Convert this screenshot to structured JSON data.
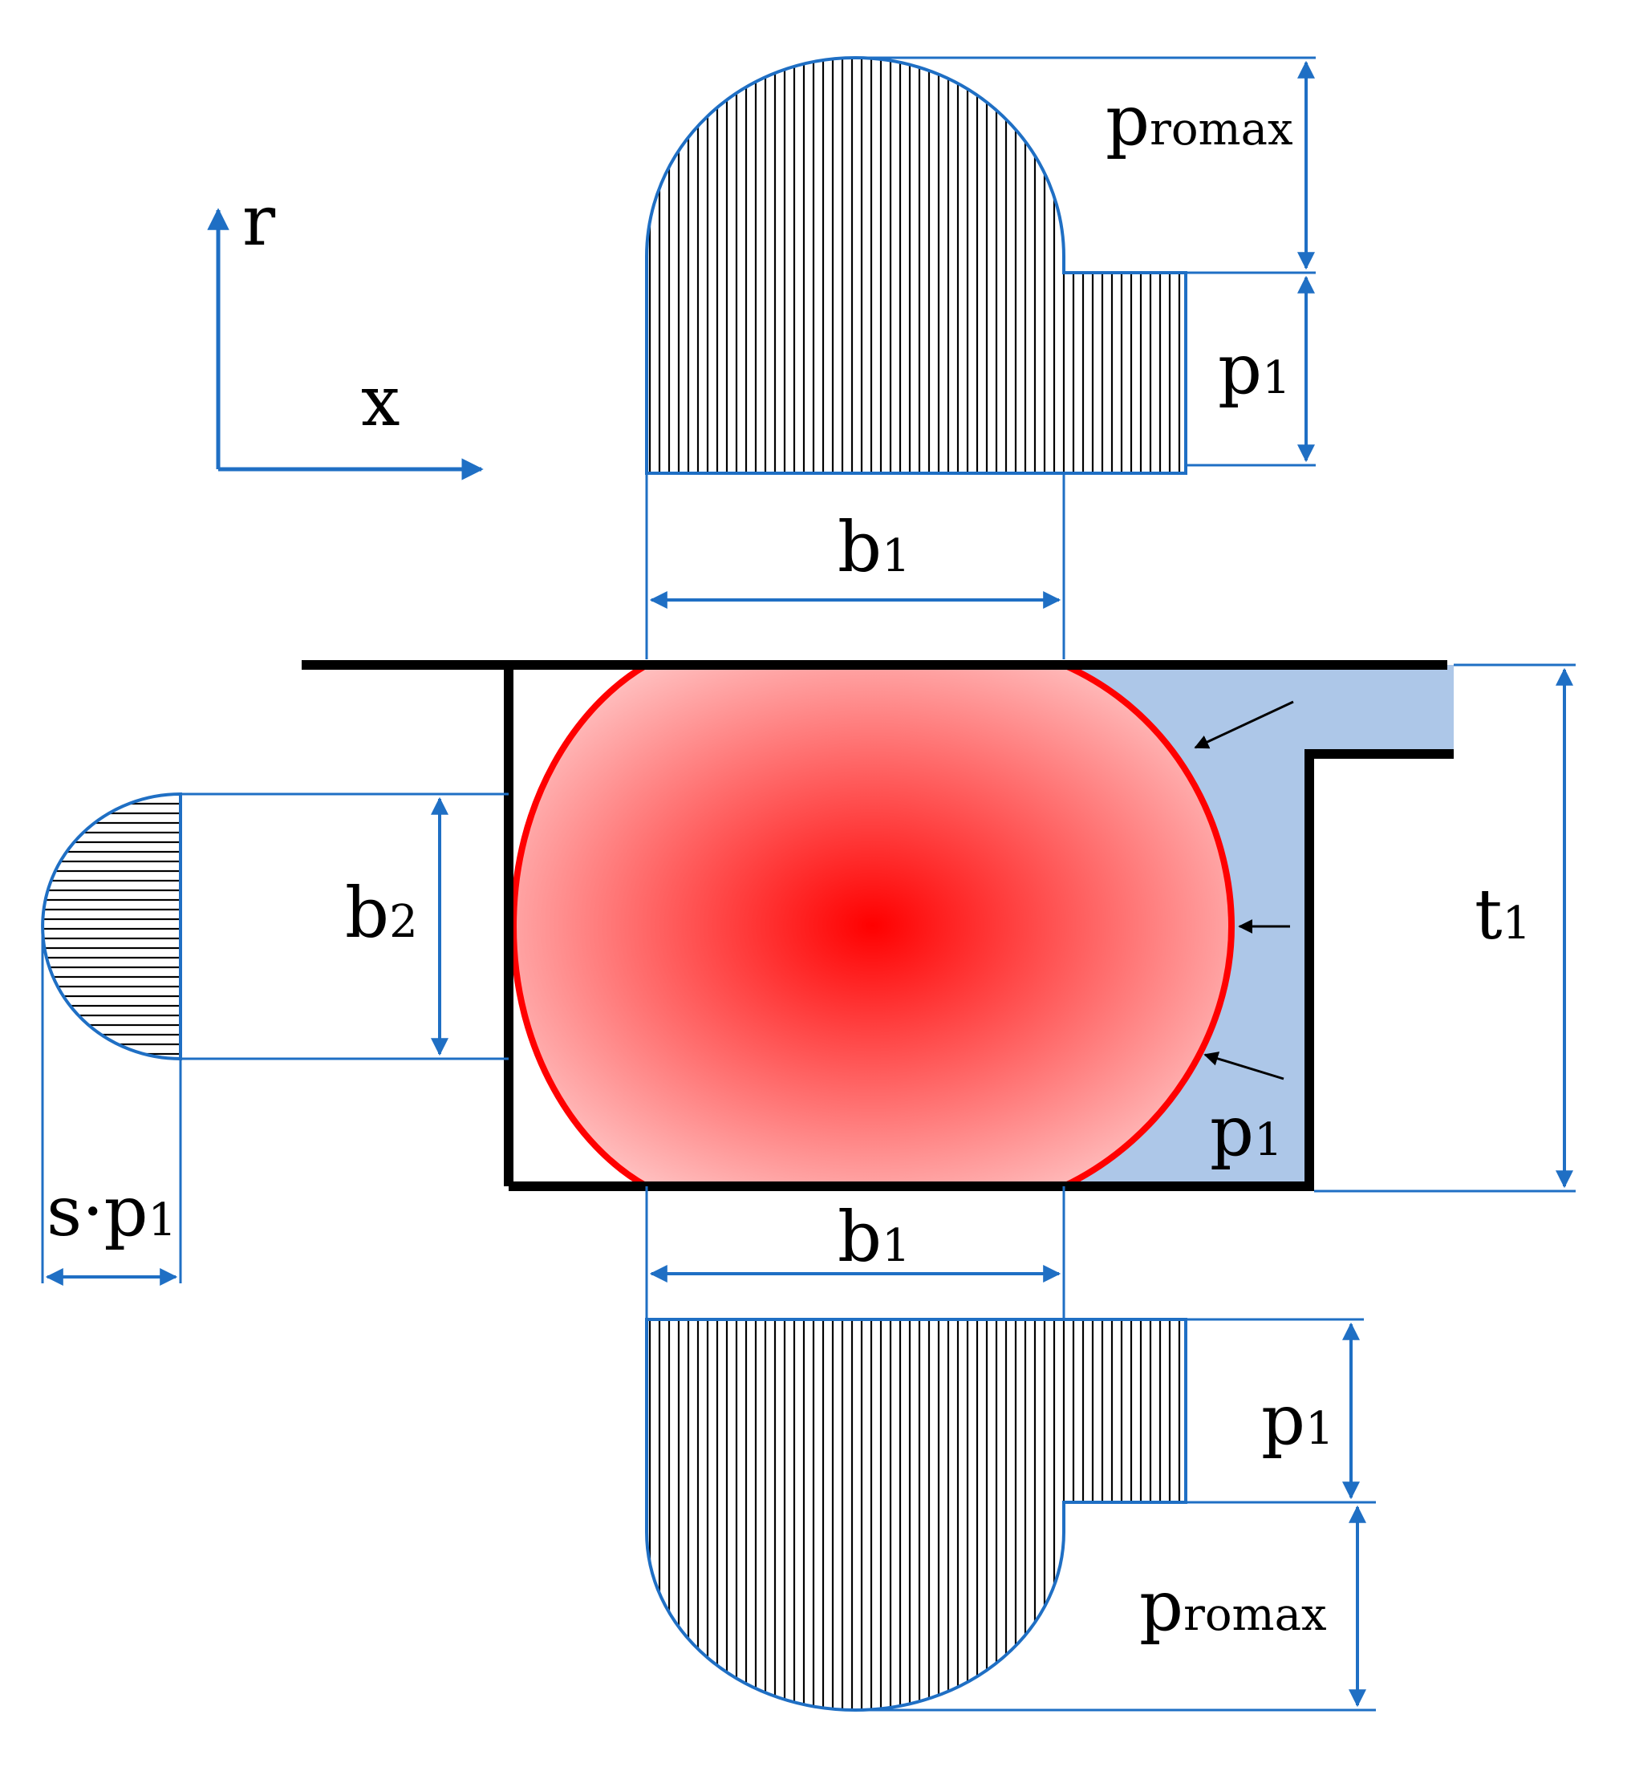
{
  "axes": {
    "r_label": "r",
    "x_label": "x"
  },
  "labels": {
    "promax_top": {
      "main": "p",
      "sub": "romax"
    },
    "p1_top": {
      "main": "p",
      "sub": "1"
    },
    "b1_top": {
      "main": "b",
      "sub": "1"
    },
    "b2": {
      "main": "b",
      "sub": "2"
    },
    "t1": {
      "main": "t",
      "sub": "1"
    },
    "p1_inner": {
      "main": "p",
      "sub": "1"
    },
    "sp1": {
      "main": "s·p",
      "sub": "1"
    },
    "b1_bottom": {
      "main": "b",
      "sub": "1"
    },
    "p1_bottom": {
      "main": "p",
      "sub": "1"
    },
    "promax_bottom": {
      "main": "p",
      "sub": "romax"
    }
  },
  "colors": {
    "dimension_blue": "#1f6fc4",
    "seal_red": "#ff0000",
    "fluid_blue": "#adc7e8",
    "groove_black": "#000000"
  }
}
